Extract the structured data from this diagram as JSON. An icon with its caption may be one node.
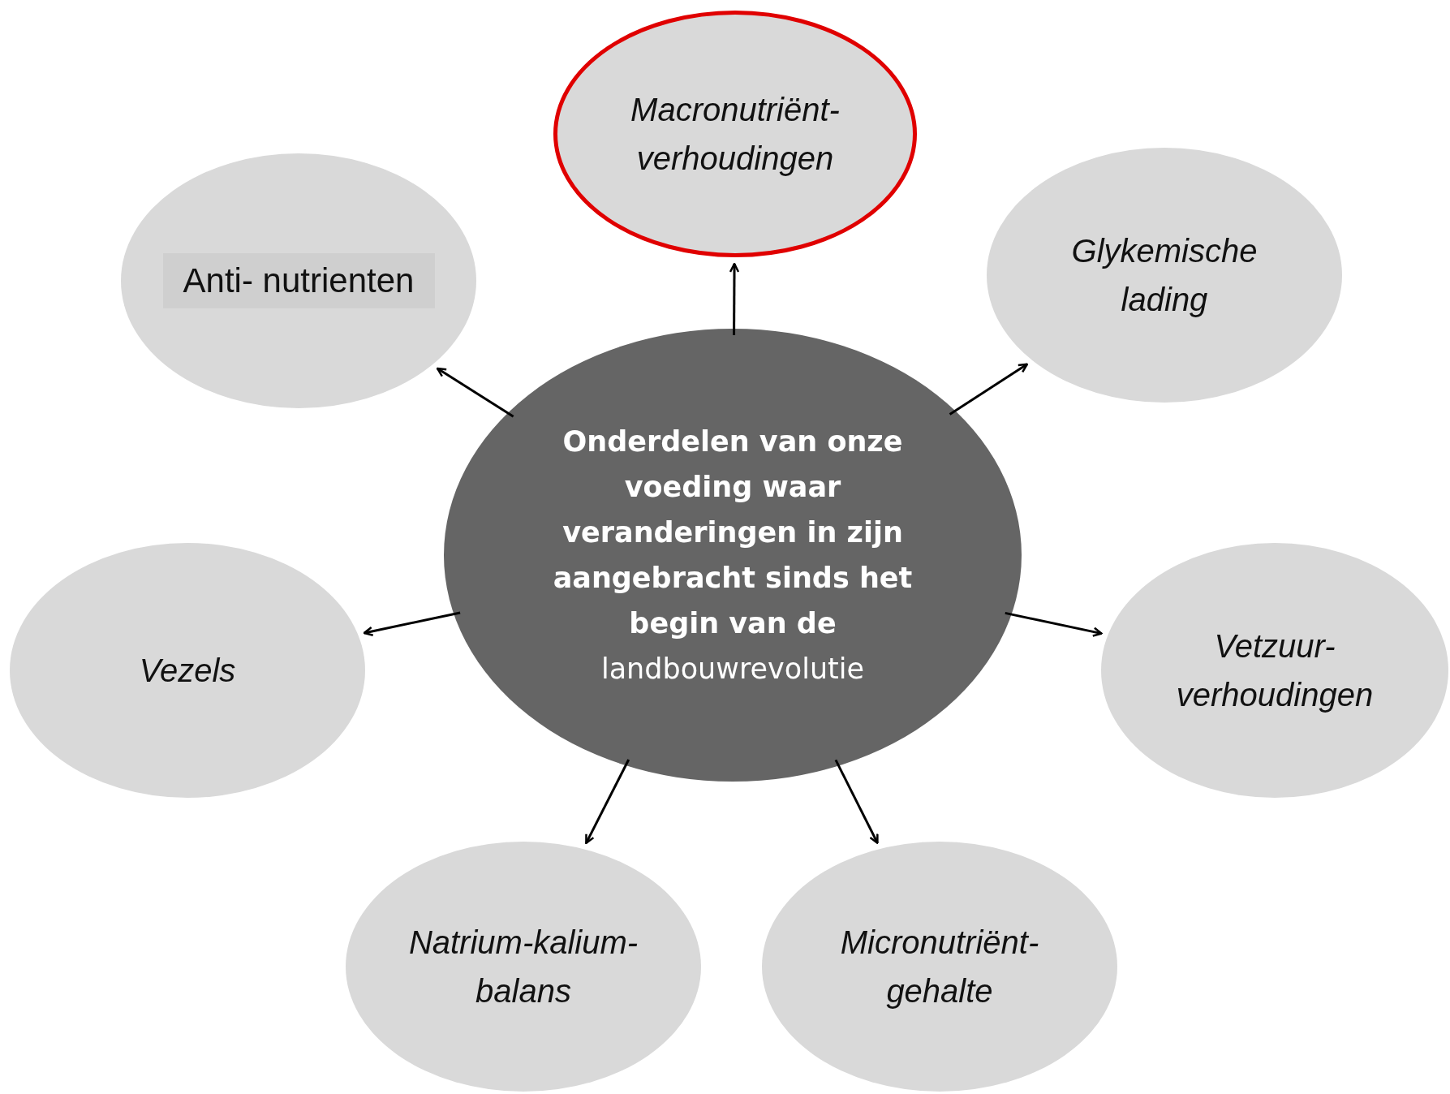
{
  "diagram": {
    "nodes": [
      {
        "text": [
          "Macronutriënt- verhoudingen"
        ]
      },
      {
        "text": [
          "Anti- nutrienten"
        ]
      },
      {
        "text": [
          "Glykemische lading"
        ]
      },
      {
        "text": [
          "**Onderdelen van onze voeding waar veranderingen in zijn aangebracht sinds het begin van de** landbouwrevolutie"
        ]
      },
      {
        "text": [
          "Vezels"
        ]
      },
      {
        "text": [
          "Vetzuur- verhoudingen"
        ]
      },
      {
        "text": [
          "Natrium-kalium- balans"
        ]
      },
      {
        "text": [
          "Micronutriënt- gehalte"
        ]
      }
    ],
    "edges": [
      {
        "from": 3,
        "to": 0,
        "arrow": "to"
      },
      {
        "from": 3,
        "to": 1,
        "arrow": "to"
      },
      {
        "from": 3,
        "to": 2,
        "arrow": "to"
      },
      {
        "from": 3,
        "to": 4,
        "arrow": "to"
      },
      {
        "from": 3,
        "to": 5,
        "arrow": "to"
      },
      {
        "from": 3,
        "to": 6,
        "arrow": "to"
      },
      {
        "from": 3,
        "to": 7,
        "arrow": "to"
      }
    ]
  }
}
